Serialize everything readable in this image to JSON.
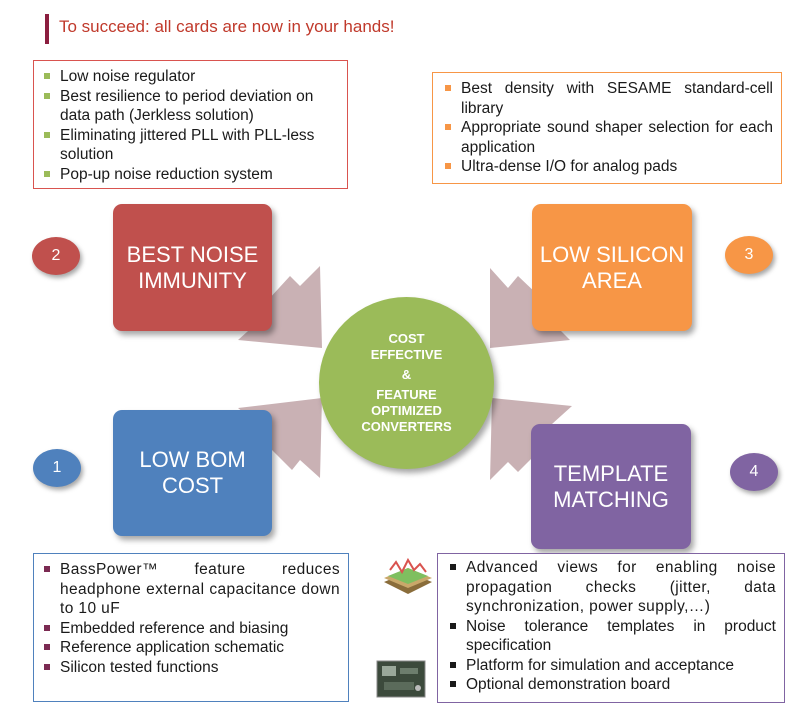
{
  "title": "To succeed: all cards are now in your hands!",
  "colors": {
    "noise": "#c0504d",
    "silicon": "#f79646",
    "bom": "#4f81bd",
    "template": "#8064a2",
    "center": "#9bbb59",
    "arrow": "#c9b1b4",
    "title": "#c0392b"
  },
  "cards": {
    "noise": {
      "line1": "BEST NOISE",
      "line2": "IMMUNITY",
      "number": "2"
    },
    "silicon": {
      "line1": "LOW SILICON",
      "line2": "AREA",
      "number": "3"
    },
    "bom": {
      "line1": "LOW BOM",
      "line2": "COST",
      "number": "1"
    },
    "template": {
      "line1": "TEMPLATE",
      "line2": "MATCHING",
      "number": "4"
    }
  },
  "center": {
    "line1": "COST",
    "line2": "EFFECTIVE",
    "line3": "&",
    "line4": "FEATURE",
    "line5": "OPTIMIZED",
    "line6": "CONVERTERS"
  },
  "boxes": {
    "noise": [
      "Low noise regulator",
      "Best resilience to period deviation on data path (Jerkless solution)",
      "Eliminating jittered PLL with PLL-less solution",
      "Pop-up noise reduction system"
    ],
    "silicon": [
      "Best density with SESAME standard-cell library",
      "Appropriate sound shaper selection for each application",
      "Ultra-dense I/O for analog pads"
    ],
    "bom": [
      "BassPower™ feature reduces headphone external capacitance down to 10 uF",
      "Embedded reference and biasing",
      "Reference application schematic",
      "Silicon tested functions"
    ],
    "template": [
      "Advanced views for enabling noise propagation checks (jitter, data synchronization, power supply,…)",
      "Noise tolerance templates in product specification",
      "Platform for simulation and acceptance",
      "Optional demonstration board"
    ]
  }
}
